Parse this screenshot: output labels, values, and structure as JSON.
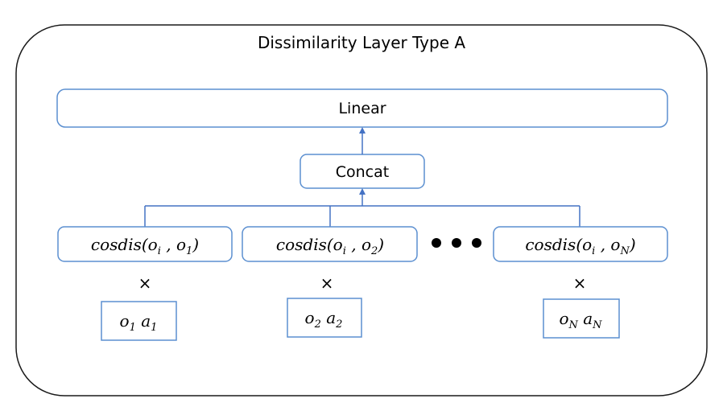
{
  "title": "Dissimilarity Layer Type A",
  "linear_label": "Linear",
  "concat_label": "Concat",
  "cosdis_blocks": [
    {
      "fn": "cosdis(",
      "arg1": "o",
      "arg1_sub": "i",
      "sep": " , ",
      "arg2": "o",
      "arg2_sub": "1",
      "close": ")"
    },
    {
      "fn": "cosdis(",
      "arg1": "o",
      "arg1_sub": "i",
      "sep": " , ",
      "arg2": "o",
      "arg2_sub": "2",
      "close": ")"
    },
    {
      "fn": "cosdis(",
      "arg1": "o",
      "arg1_sub": "i",
      "sep": " , ",
      "arg2": "o",
      "arg2_sub": "N",
      "close": ")"
    }
  ],
  "times_symbol": "×",
  "input_blocks": [
    {
      "o": "o",
      "o_sub": "1",
      "a": "a",
      "a_sub": "1"
    },
    {
      "o": "o",
      "o_sub": "2",
      "a": "a",
      "a_sub": "2"
    },
    {
      "o": "o",
      "o_sub": "N",
      "a": "a",
      "a_sub": "N"
    }
  ],
  "colors": {
    "box_stroke": "#5b8fd0",
    "connector": "#4472c4",
    "frame_stroke": "#1a1a1a"
  }
}
